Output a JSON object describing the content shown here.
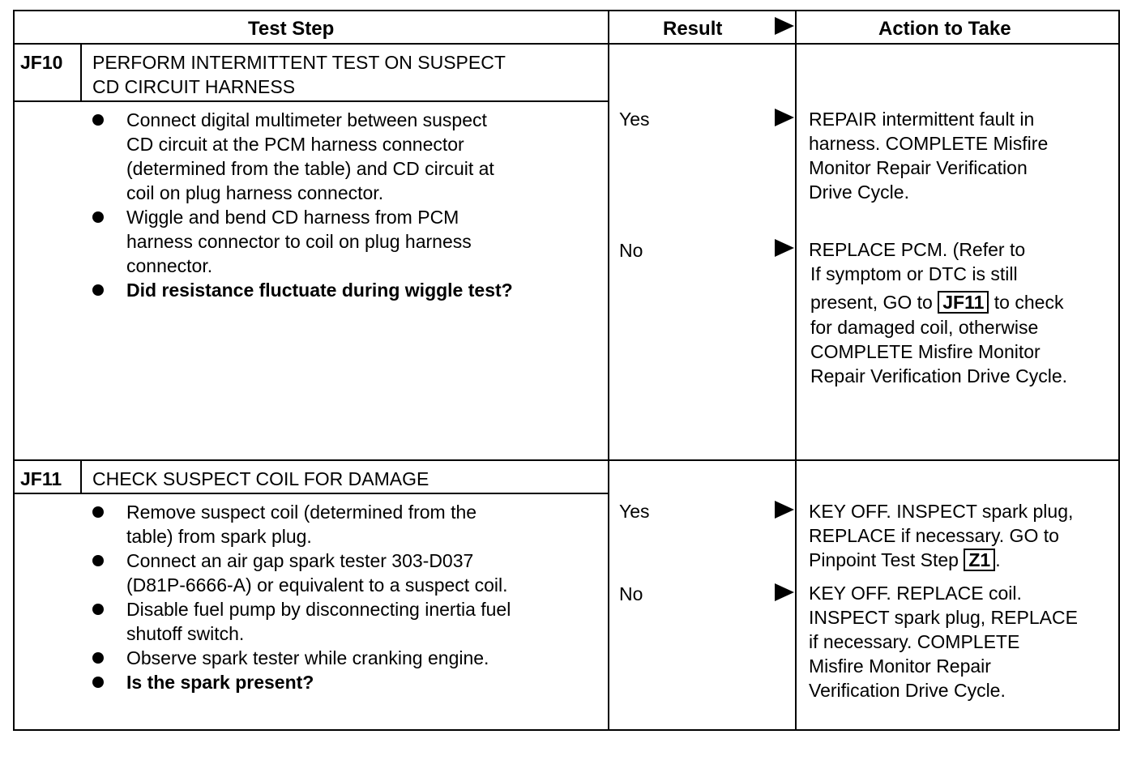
{
  "header": {
    "test_step": "Test Step",
    "result": "Result",
    "action": "Action to Take"
  },
  "steps": [
    {
      "id": "JF10",
      "title_lines": [
        "PERFORM INTERMITTENT TEST ON SUSPECT",
        "CD CIRCUIT HARNESS"
      ],
      "bullets": [
        {
          "lines": [
            "Connect digital multimeter between suspect",
            "CD circuit at the PCM harness connector",
            "(determined from the table) and CD circuit at",
            "coil on plug harness connector."
          ],
          "bold": false
        },
        {
          "lines": [
            "Wiggle and bend CD harness from PCM",
            "harness connector to coil on plug harness",
            "connector."
          ],
          "bold": false
        },
        {
          "lines": [
            "Did resistance fluctuate during wiggle test?"
          ],
          "bold": true
        }
      ],
      "results": [
        {
          "label": "Yes",
          "action_lines": [
            "REPAIR intermittent fault in",
            "harness. COMPLETE Misfire",
            "Monitor Repair Verification",
            "Drive Cycle."
          ]
        },
        {
          "label": "No",
          "action_lines": [
            "REPLACE PCM. (Refer to",
            "If  symptom or DTC is still"
          ],
          "action_ref_pre": "present, GO to",
          "action_ref": "JF11",
          "action_ref_post": "to check",
          "action_lines_after": [
            "for damaged coil, otherwise",
            "COMPLETE Misfire Monitor",
            "Repair Verification Drive Cycle."
          ]
        }
      ]
    },
    {
      "id": "JF11",
      "title_lines": [
        "CHECK SUSPECT COIL FOR DAMAGE"
      ],
      "bullets": [
        {
          "lines": [
            "Remove suspect coil (determined from the",
            "table) from spark plug."
          ],
          "bold": false
        },
        {
          "lines": [
            "Connect an air gap spark tester 303-D037",
            "(D81P-6666-A) or equivalent to a suspect coil."
          ],
          "bold": false
        },
        {
          "lines": [
            "Disable fuel pump by disconnecting inertia fuel",
            "shutoff switch."
          ],
          "bold": false
        },
        {
          "lines": [
            "Observe spark tester while cranking engine."
          ],
          "bold": false
        },
        {
          "lines": [
            "Is the spark present?"
          ],
          "bold": true
        }
      ],
      "results": [
        {
          "label": "Yes",
          "action_lines": [
            "KEY OFF. INSPECT spark plug,",
            "REPLACE if necessary. GO to"
          ],
          "action_ref_pre": "Pinpoint Test Step",
          "action_ref": "Z1",
          "action_ref_post": "."
        },
        {
          "label": "No",
          "action_lines": [
            "KEY OFF. REPLACE coil.",
            "INSPECT spark plug, REPLACE",
            "if necessary. COMPLETE",
            "Misfire Monitor Repair",
            "Verification Drive Cycle."
          ]
        }
      ]
    }
  ]
}
